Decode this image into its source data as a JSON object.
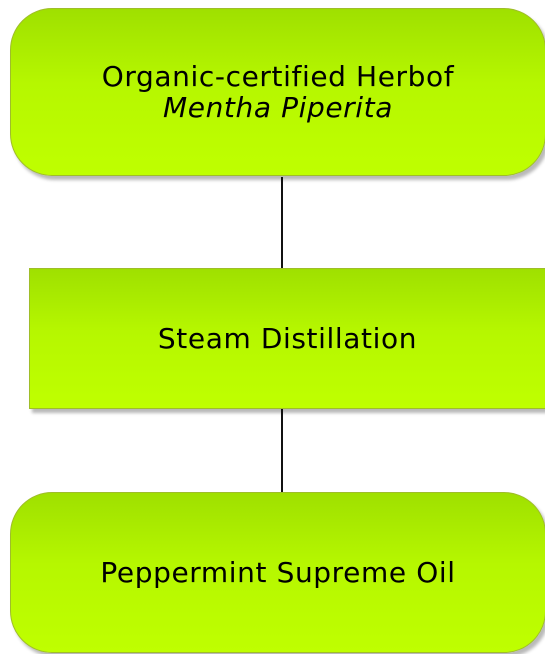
{
  "diagram": {
    "nodes": [
      {
        "line1": "Organic-certified Herbof",
        "line2": "Mentha Piperita"
      },
      {
        "label": "Steam Distillation"
      },
      {
        "label": "Peppermint Supreme Oil"
      }
    ],
    "colors": {
      "node_fill_top": "#9fe000",
      "node_fill_bottom": "#bfff00",
      "node_border": "#9fbd2a",
      "connector": "#111111"
    }
  }
}
